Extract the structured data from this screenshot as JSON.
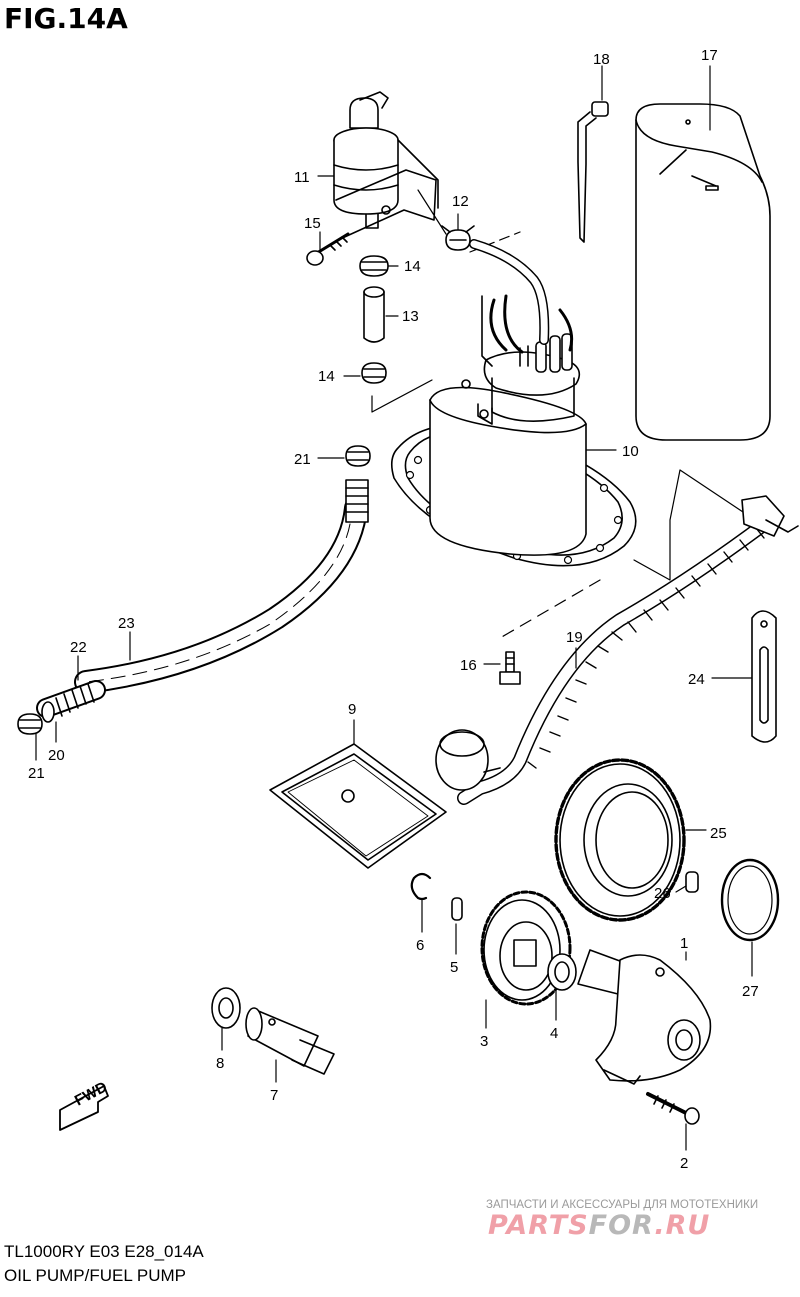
{
  "figure_title": "FIG.14A",
  "footer": {
    "model_code": "TL1000RY E03 E28_014A",
    "section_name": "OIL PUMP/FUEL PUMP"
  },
  "watermark": {
    "tagline": "ЗАПЧАСТИ И АКСЕССУАРЫ ДЛЯ МОТОТЕХНИКИ",
    "logo_part1": "PARTS",
    "logo_part2": "FOR",
    "logo_part3": ".RU"
  },
  "direction_marker": "FWD",
  "callouts": [
    {
      "id": "c1",
      "number": "1"
    },
    {
      "id": "c2",
      "number": "2"
    },
    {
      "id": "c3",
      "number": "3"
    },
    {
      "id": "c4",
      "number": "4"
    },
    {
      "id": "c5",
      "number": "5"
    },
    {
      "id": "c6",
      "number": "6"
    },
    {
      "id": "c7",
      "number": "7"
    },
    {
      "id": "c8",
      "number": "8"
    },
    {
      "id": "c9",
      "number": "9"
    },
    {
      "id": "c10",
      "number": "10"
    },
    {
      "id": "c11",
      "number": "11"
    },
    {
      "id": "c12",
      "number": "12"
    },
    {
      "id": "c13",
      "number": "13"
    },
    {
      "id": "c14a",
      "number": "14"
    },
    {
      "id": "c14b",
      "number": "14"
    },
    {
      "id": "c15",
      "number": "15"
    },
    {
      "id": "c16",
      "number": "16"
    },
    {
      "id": "c17",
      "number": "17"
    },
    {
      "id": "c18",
      "number": "18"
    },
    {
      "id": "c19",
      "number": "19"
    },
    {
      "id": "c20",
      "number": "20"
    },
    {
      "id": "c21a",
      "number": "21"
    },
    {
      "id": "c21b",
      "number": "21"
    },
    {
      "id": "c22",
      "number": "22"
    },
    {
      "id": "c23",
      "number": "23"
    },
    {
      "id": "c24",
      "number": "24"
    },
    {
      "id": "c25",
      "number": "25"
    },
    {
      "id": "c26",
      "number": "26"
    },
    {
      "id": "c27",
      "number": "27"
    }
  ]
}
